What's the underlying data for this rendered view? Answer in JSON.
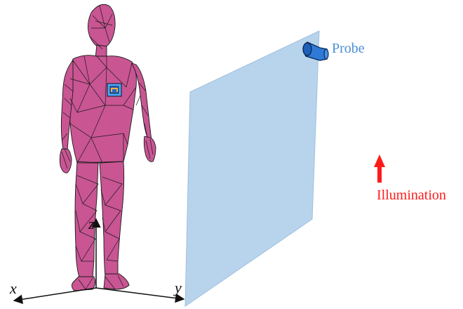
{
  "labels": {
    "probe": "Probe",
    "illumination": "Illumination"
  },
  "axes": {
    "x": "x",
    "y": "y",
    "z": "z"
  },
  "colors": {
    "body_fill": "#c95593",
    "mesh_lines": "#1a1a1a",
    "scan_plane": "#b8d4ec",
    "probe": "#2f7ad6",
    "probe_label": "#4a8fd6",
    "illumination": "#ff1a1a",
    "chest_patch": "#5ab4ff"
  },
  "icons": {
    "probe": "probe-horn-icon",
    "illumination": "up-arrow-icon"
  }
}
